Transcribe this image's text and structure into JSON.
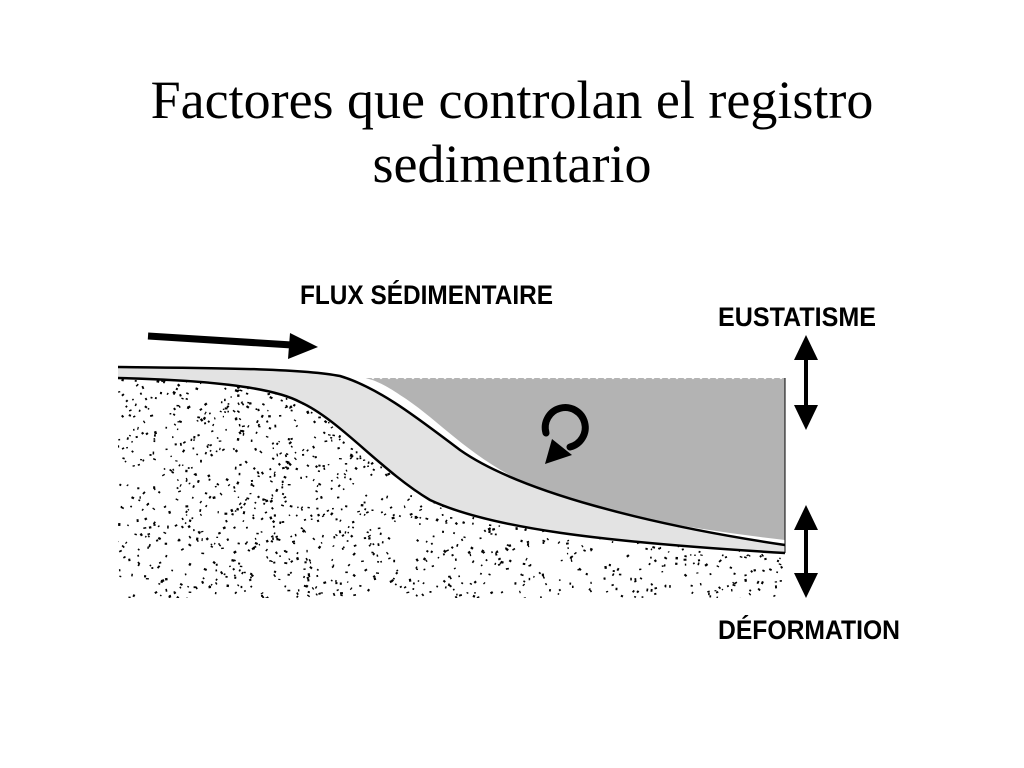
{
  "slide": {
    "title_line1": "Factores que controlan el registro",
    "title_line2": "sedimentario"
  },
  "diagram": {
    "labels": {
      "sediment_flux": "FLUX SÉDIMENTAIRE",
      "eustasy": "EUSTATISME",
      "deformation": "DÉFORMATION"
    },
    "colors": {
      "water": "#b3b3b3",
      "sediment_wedge": "#e3e3e3",
      "substrate_dots": "#000000",
      "line": "#000000"
    },
    "icons": {
      "flux_arrow": "arrow-right-icon",
      "eustasy_arrow": "double-arrow-vertical-icon",
      "deformation_arrow": "double-arrow-vertical-icon",
      "circulation": "rotation-arrow-icon"
    }
  }
}
